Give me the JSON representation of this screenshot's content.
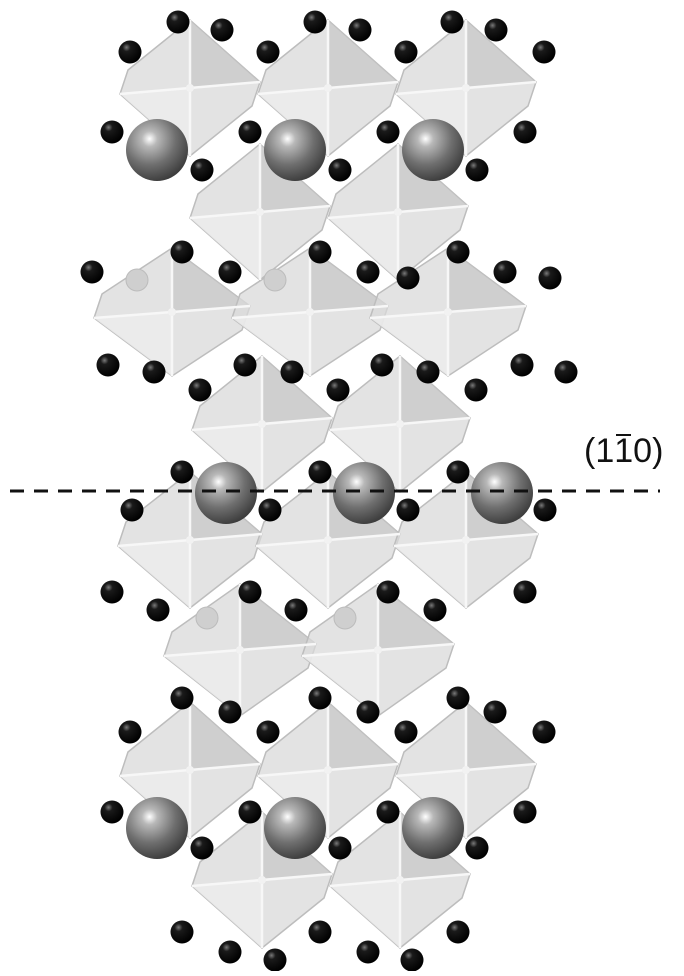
{
  "figure": {
    "plane_label": {
      "open": "(",
      "digit1": "1",
      "digit2_overbar": "1",
      "digit3": "0",
      "close": ")"
    },
    "colors": {
      "polyhedron_fill": "#d9d9d9",
      "polyhedron_edge": "#bdbdbd",
      "oxygen_atom": "#050505",
      "large_cation": "#7a7a7a",
      "octa_center": "#f2f2f2",
      "dashed_line": "#111111"
    },
    "atom_types": [
      "oxygen",
      "large-cation",
      "octahedral-cation"
    ],
    "icon_names": [
      "dashed-plane-line-icon"
    ]
  }
}
